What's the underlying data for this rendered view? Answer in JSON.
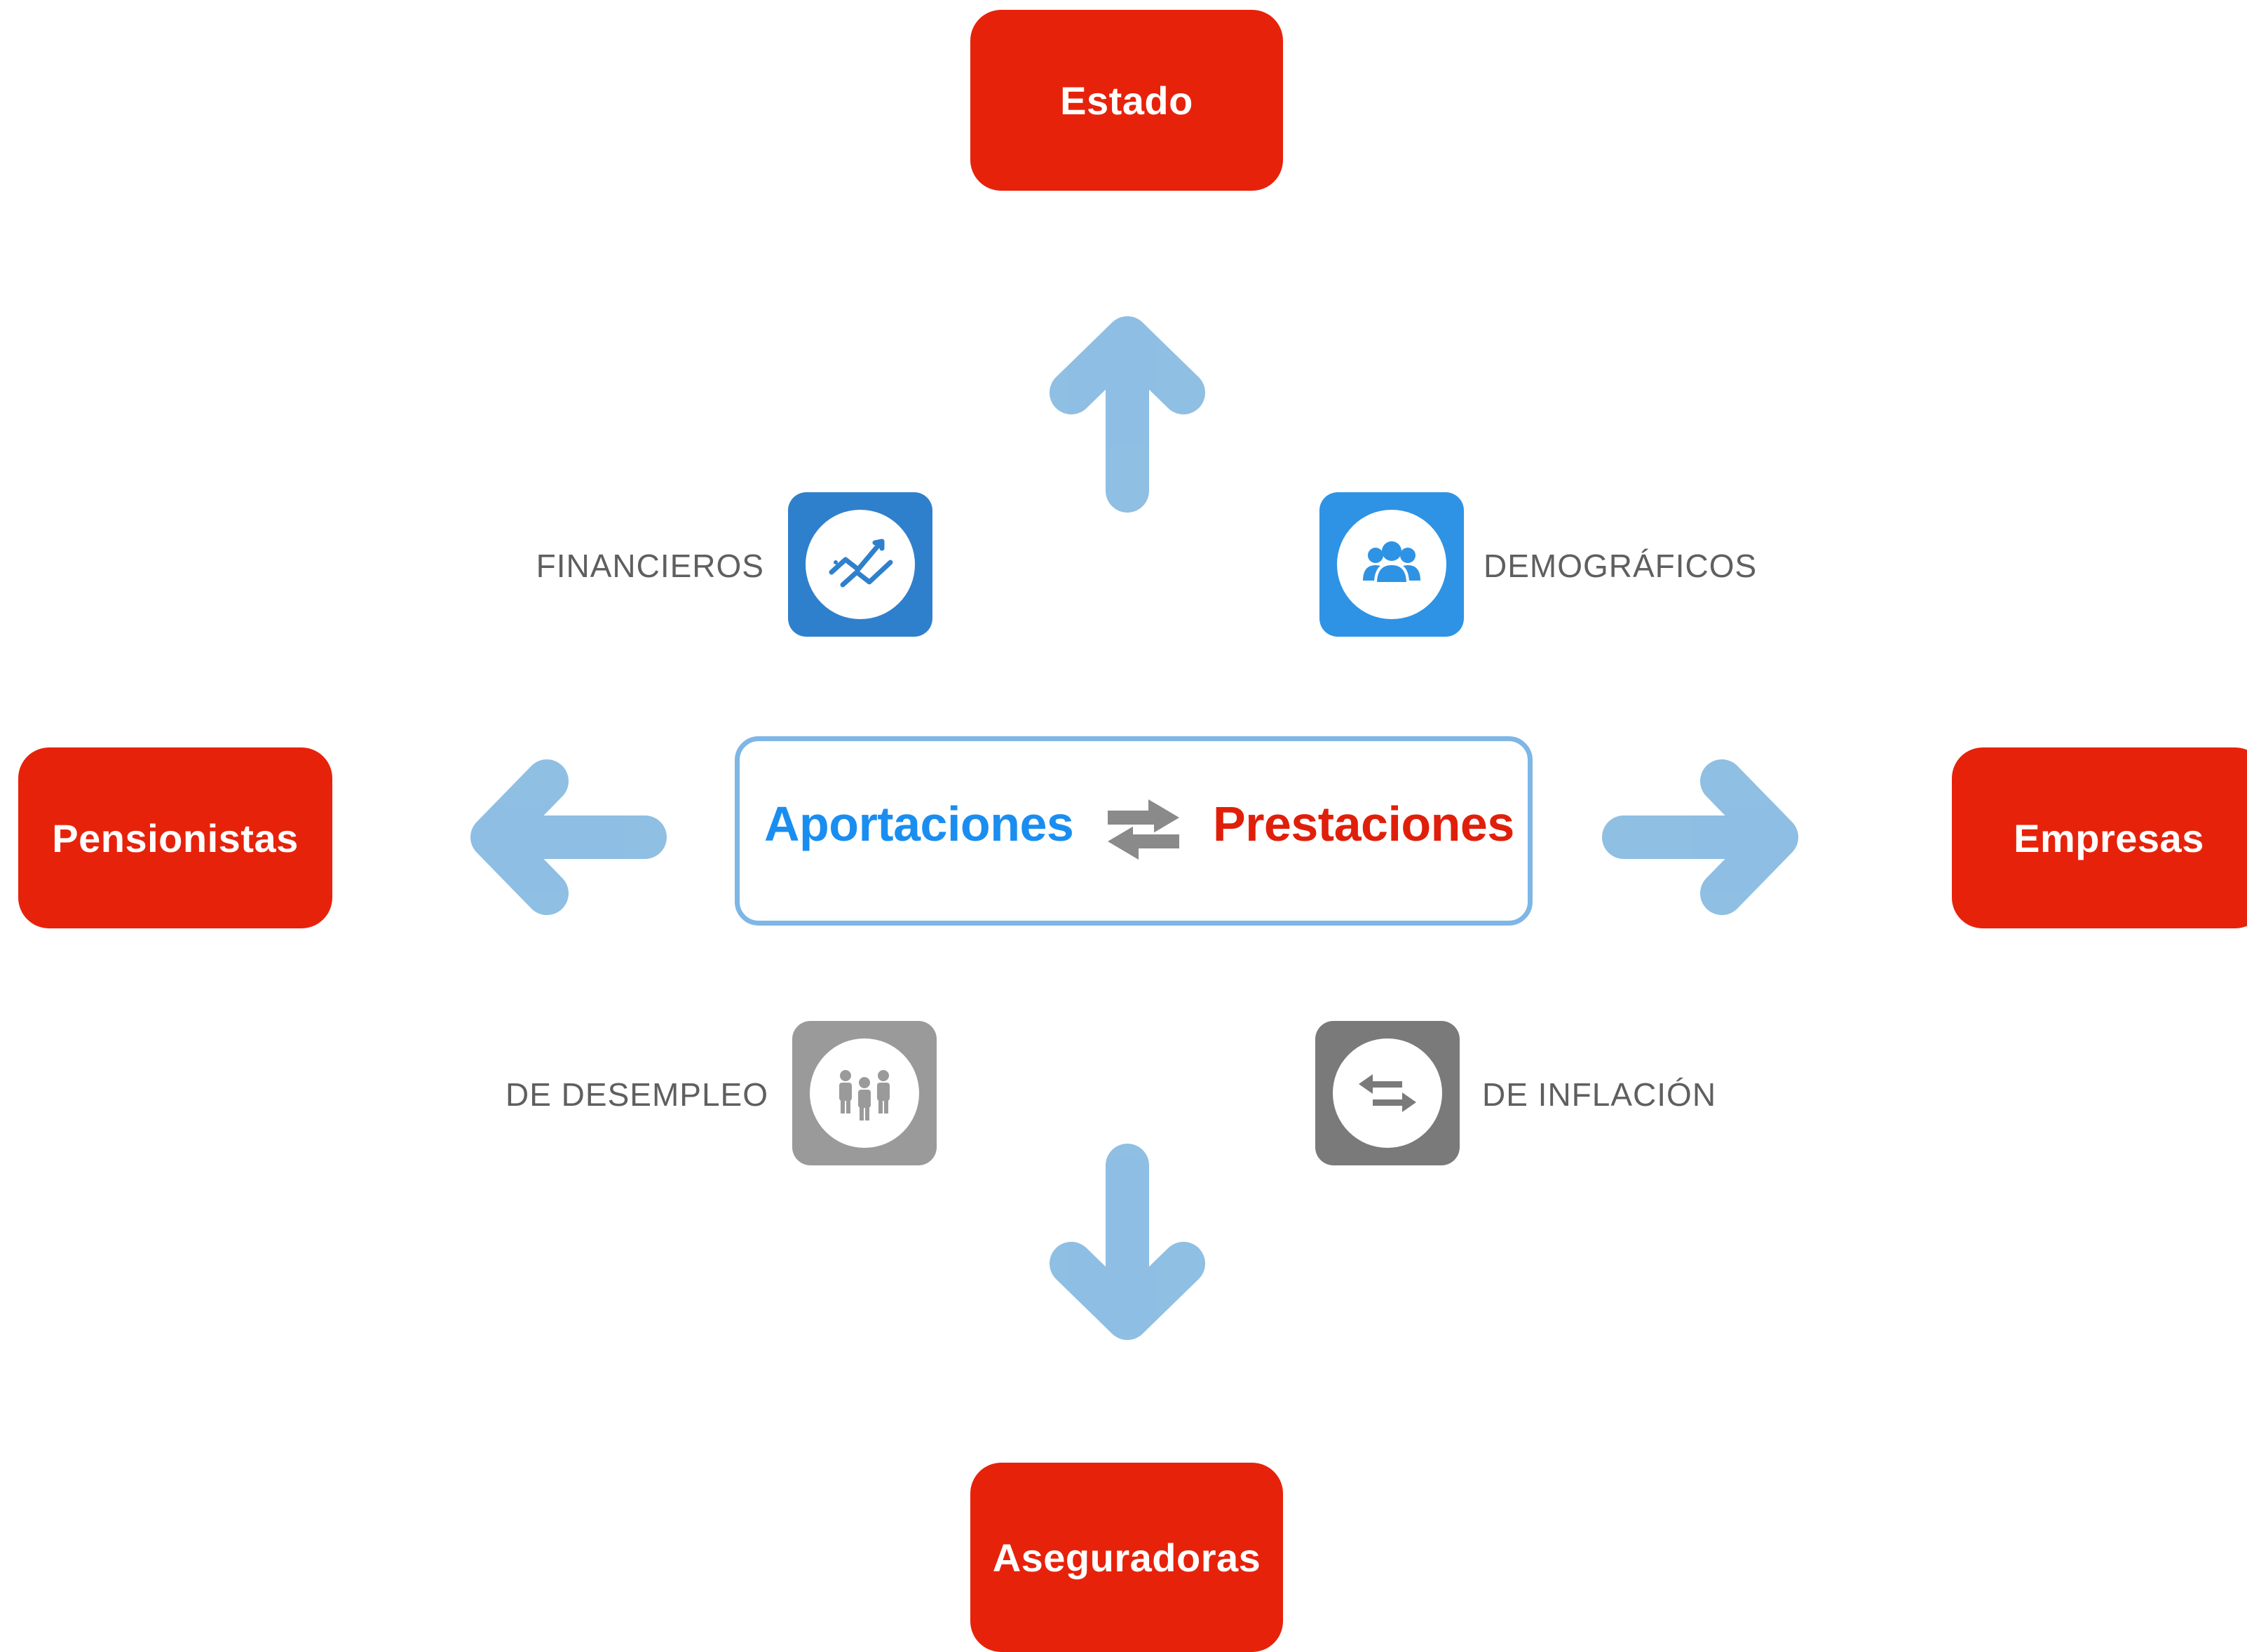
{
  "nodes": {
    "estado": "Estado",
    "aseguradoras": "Aseguradoras",
    "pensionistas": "Pensionistas",
    "empresas": "Empresas"
  },
  "center": {
    "left_word": "Aportaciones",
    "right_word": "Prestaciones",
    "connector_icon": "swap-arrows-icon"
  },
  "risks": [
    {
      "label": "FINANCIEROS",
      "icon": "trend-lines-icon",
      "color": "#2f80cc"
    },
    {
      "label": "DEMOGRÁFICOS",
      "icon": "people-group-icon",
      "color": "#2e93e4"
    },
    {
      "label": "DE DESEMPLEO",
      "icon": "workers-icon",
      "color": "#9a9a9a"
    },
    {
      "label": "DE INFLACIÓN",
      "icon": "exchange-arrows-icon",
      "color": "#7a7a7a"
    }
  ],
  "colors": {
    "node_red": "#e7220b",
    "aportaciones_blue": "#1a8ef0",
    "prestaciones_red": "#e01f0a",
    "arrow_blue": "#5aa0d6",
    "center_border": "#7eb6e6"
  }
}
